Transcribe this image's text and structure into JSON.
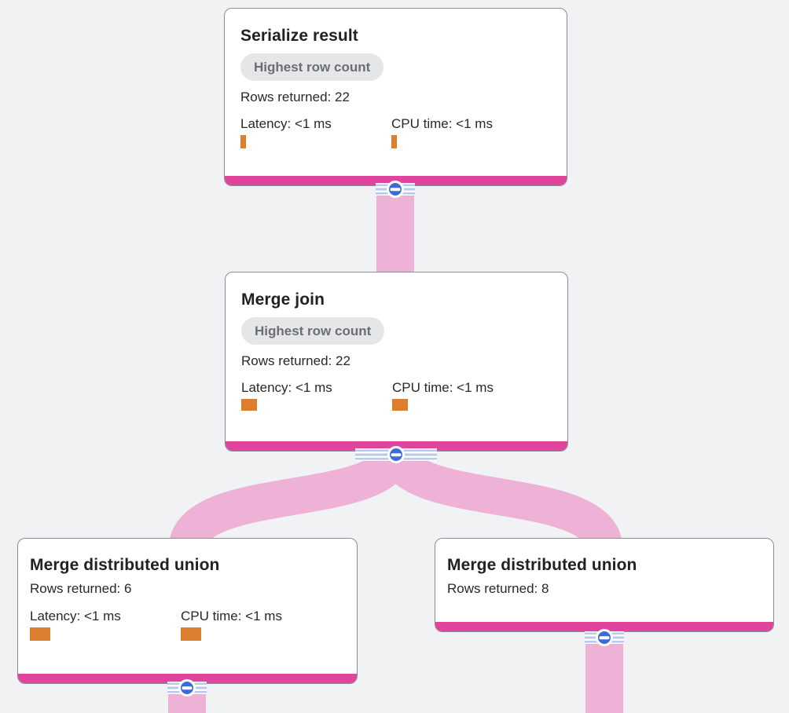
{
  "colors": {
    "background": "#f1f2f4",
    "card_background": "#ffffff",
    "card_border": "#898e94",
    "node_accent_magenta": "#e0449c",
    "flow_pink": "#efb2d7",
    "metric_bar_orange": "#dd7e2f",
    "collapse_button_blue": "#3b6cd6",
    "expander_stripe_blue": "#b7c9ef",
    "badge_background": "#e5e6e8",
    "badge_text": "#6a6f74",
    "title_text": "#202124",
    "body_text": "#27282b"
  },
  "icons": {
    "collapse_button": "minus-icon"
  },
  "nodes": [
    {
      "title": "Serialize result",
      "badge": "Highest row count",
      "rows_returned": "Rows returned: 22",
      "latency_label": "Latency: <1 ms",
      "cpu_label": "CPU time: <1 ms",
      "latency_bar_style": "width:7px;height:17px",
      "cpu_bar_style": "width:7px;height:17px"
    },
    {
      "title": "Merge join",
      "badge": "Highest row count",
      "rows_returned": "Rows returned: 22",
      "latency_label": "Latency: <1 ms",
      "cpu_label": "CPU time: <1 ms",
      "latency_bar_style": "width:20px;height:15px",
      "cpu_bar_style": "width:20px;height:15px"
    },
    {
      "title": "Merge distributed union",
      "rows_returned": "Rows returned: 6",
      "latency_label": "Latency: <1 ms",
      "cpu_label": "CPU time: <1 ms",
      "latency_bar_style": "width:26px;height:17px",
      "cpu_bar_style": "width:26px;height:17px"
    },
    {
      "title": "Merge distributed union",
      "rows_returned": "Rows returned: 8"
    }
  ]
}
